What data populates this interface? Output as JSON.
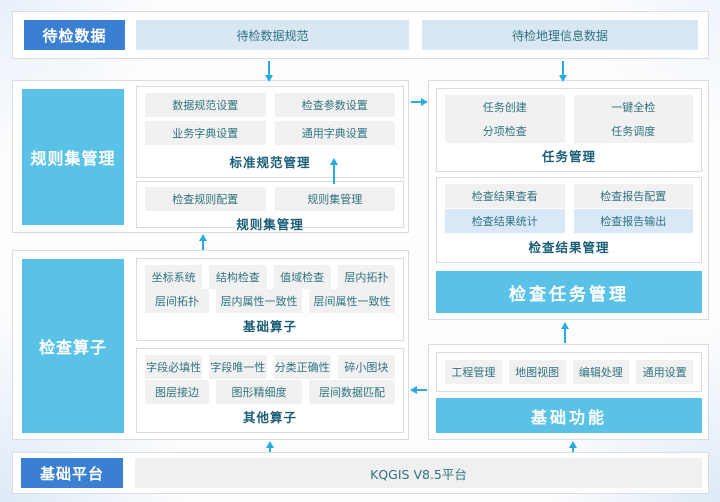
{
  "top": {
    "label": "待检数据",
    "boxes": [
      "待检数据规范",
      "待检地理信息数据"
    ]
  },
  "rule_set": {
    "sidebar": "规则集管理",
    "standard_group": {
      "caption": "标准规范管理",
      "items": [
        "数据规范设置",
        "检查参数设置",
        "业务字典设置",
        "通用字典设置"
      ]
    },
    "rules_group": {
      "caption": "规则集管理",
      "items": [
        "检查规则配置",
        "规则集管理"
      ]
    }
  },
  "task": {
    "task_group": {
      "caption": "任务管理",
      "items": [
        "任务创建",
        "一键全检",
        "分项检查",
        "任务调度"
      ]
    },
    "result_group": {
      "caption": "检查结果管理",
      "items": [
        "检查结果查看",
        "检查报告配置",
        "检查结果统计",
        "检查报告输出"
      ]
    },
    "banner": "检查任务管理"
  },
  "operator": {
    "sidebar": "检查算子",
    "basic_group": {
      "caption": "基础算子",
      "items": [
        "坐标系统",
        "结构检查",
        "值域检查",
        "层内拓扑",
        "层间拓扑",
        "层内属性一致性",
        "层间属性一致性"
      ]
    },
    "other_group": {
      "caption": "其他算子",
      "items": [
        "字段必填性",
        "字段唯一性",
        "分类正确性",
        "碎小图块",
        "图层接边",
        "图形精细度",
        "层间数据匹配"
      ]
    }
  },
  "basic": {
    "items": [
      "工程管理",
      "地图视图",
      "编辑处理",
      "通用设置"
    ],
    "banner": "基础功能"
  },
  "platform": {
    "label": "基础平台",
    "value": "KQGIS V8.5平台"
  },
  "colors": {
    "primary_blue": "#3b7fd3",
    "cyan": "#5ac2e6",
    "arrow": "#29aae1",
    "light_blue_box": "#d9e7f5",
    "light_blue_item": "#d9e9f8",
    "gray_item": "#f1f1f1",
    "item_text": "#2e7380",
    "caption_text": "#1d5f78"
  }
}
